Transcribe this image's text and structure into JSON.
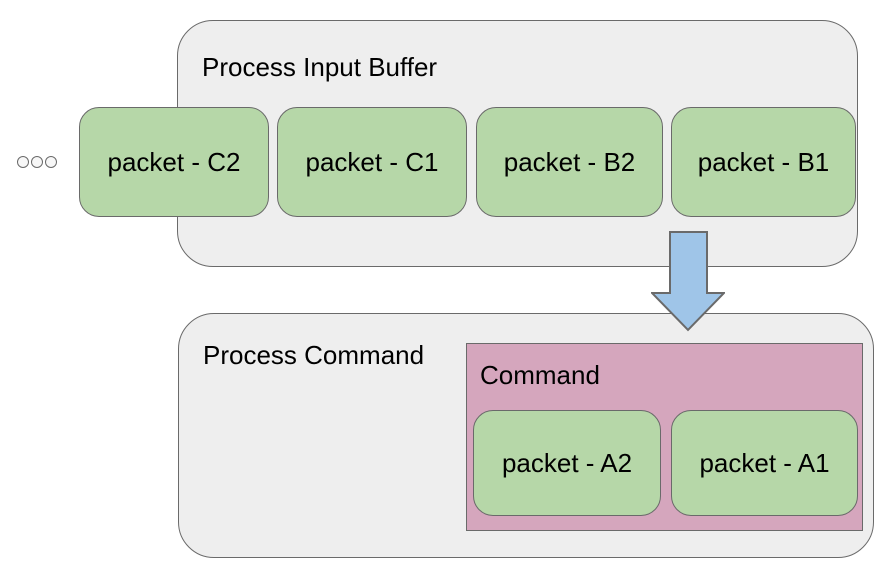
{
  "diagram": {
    "input_buffer": {
      "title": "Process Input Buffer",
      "packets": [
        "packet - C2",
        "packet - C1",
        "packet - B2",
        "packet - B1"
      ]
    },
    "process_command": {
      "title": "Process Command",
      "command": {
        "title": "Command",
        "packets": [
          "packet - A2",
          "packet - A1"
        ]
      }
    },
    "icons": {
      "ellipsis": "three-circle-ellipsis",
      "arrow": "block-arrow-down"
    }
  },
  "colors": {
    "container_fill": "#eeeeee",
    "container_border": "#6a6a6a",
    "packet_fill": "#b6d7a8",
    "command_fill": "#d5a6bd",
    "arrow_fill": "#9fc5e8",
    "dot_fill": "#f7f7f7",
    "text": "#000000"
  }
}
